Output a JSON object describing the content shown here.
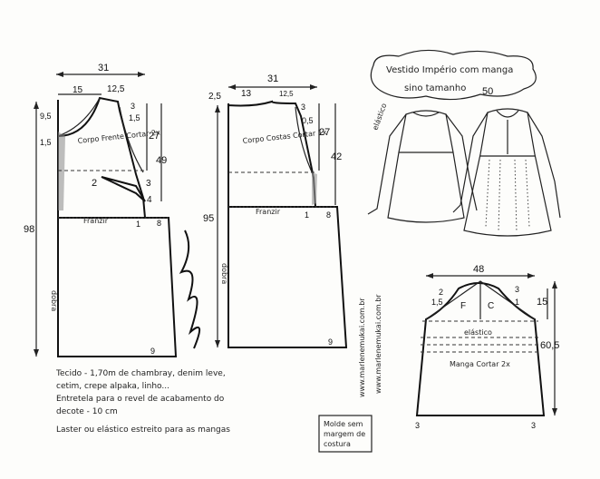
{
  "front": {
    "width_top": "31",
    "neck_w": "15",
    "shoulder": "12,5",
    "neck_drop": "9,5",
    "small_a": "1,5",
    "armhole_a": "3",
    "armhole_b": "1,5",
    "armhole_c": "3",
    "bust_depth": "27",
    "waist_depth": "49",
    "dart_a": "2",
    "dart_b": "4",
    "hem_flare": "8",
    "hem_b": "9",
    "waist_mark": "1",
    "total_len": "98",
    "label": "Corpo Frente Cortar 2x",
    "waist_label": "Franzir",
    "fold_label": "dobra"
  },
  "back": {
    "width_top": "31",
    "neck_w": "13",
    "shoulder": "12,5",
    "neck_drop": "2,5",
    "armhole_a": "3",
    "armhole_b": "0,5",
    "bust_depth": "27",
    "waist_depth": "42",
    "hem_flare": "8",
    "hem_b": "9",
    "waist_mark": "1",
    "total_len": "95",
    "label": "Corpo Costas Cortar 1x",
    "waist_label": "Franzir",
    "fold_label": "dobra"
  },
  "sleeve": {
    "cap_w": "48",
    "cap_h": "15",
    "length": "60,5",
    "mark_a": "2",
    "mark_b": "1,5",
    "mark_c": "1",
    "mark_d": "3",
    "front_lbl": "F",
    "back_lbl": "C",
    "elastic": "elástico",
    "label": "Manga Cortar 2x",
    "hem_l": "3",
    "hem_r": "3"
  },
  "title": {
    "line1": "Vestido Império com manga",
    "line2": "sino tamanho",
    "size": "50"
  },
  "notes": {
    "l1": "Tecido - 1,70m de chambray, denim leve,",
    "l2": "cetim, crepe alpaka, linho...",
    "l3": "Entretela para o revel de acabamento do",
    "l4": "decote - 10 cm",
    "l5": "Laster ou elástico estreito para as mangas",
    "box1": "Molde sem",
    "box2": "margem de",
    "box3": "costura"
  },
  "site": {
    "url1": "www.marlenemukai.com.br",
    "url2": "www.marlenemukai.com.br",
    "side": "elástico"
  }
}
